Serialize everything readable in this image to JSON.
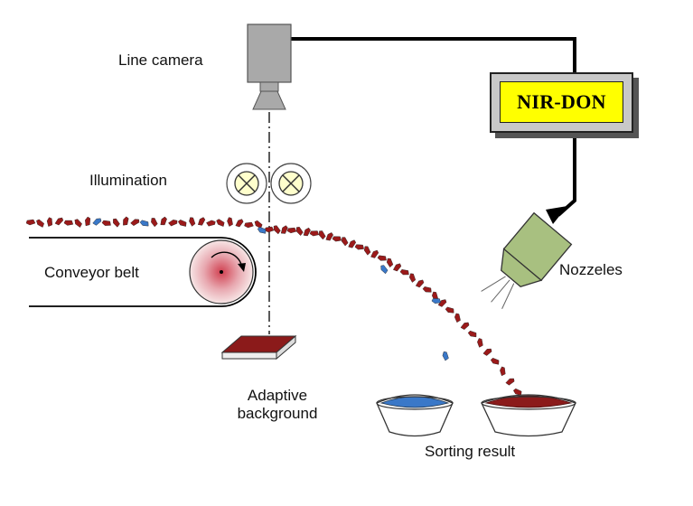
{
  "labels": {
    "line_camera": "Line camera",
    "illumination": "Illumination",
    "conveyor_belt": "Conveyor belt",
    "adaptive_background": "Adaptive background",
    "sorting_result": "Sorting result",
    "nozzles": "Nozzeles"
  },
  "controller": {
    "label": "NIR-DON"
  },
  "colors": {
    "controller_fill": "#ffff00",
    "controller_frame": "#c8c8c8",
    "camera_body": "#a9a9a9",
    "nozzle_body": "#a8c080",
    "particle_red": "#9b1a1a",
    "particle_blue": "#3a78c8",
    "background_plate": "#8b1a1a",
    "roller_center": "#d55a6a"
  },
  "icons": {
    "camera": "line-camera-icon",
    "lamps": "lamp-cross-icon",
    "roller": "conveyor-roller-icon",
    "nozzle": "air-nozzle-icon",
    "bowls": "sorting-bowl-icon"
  }
}
